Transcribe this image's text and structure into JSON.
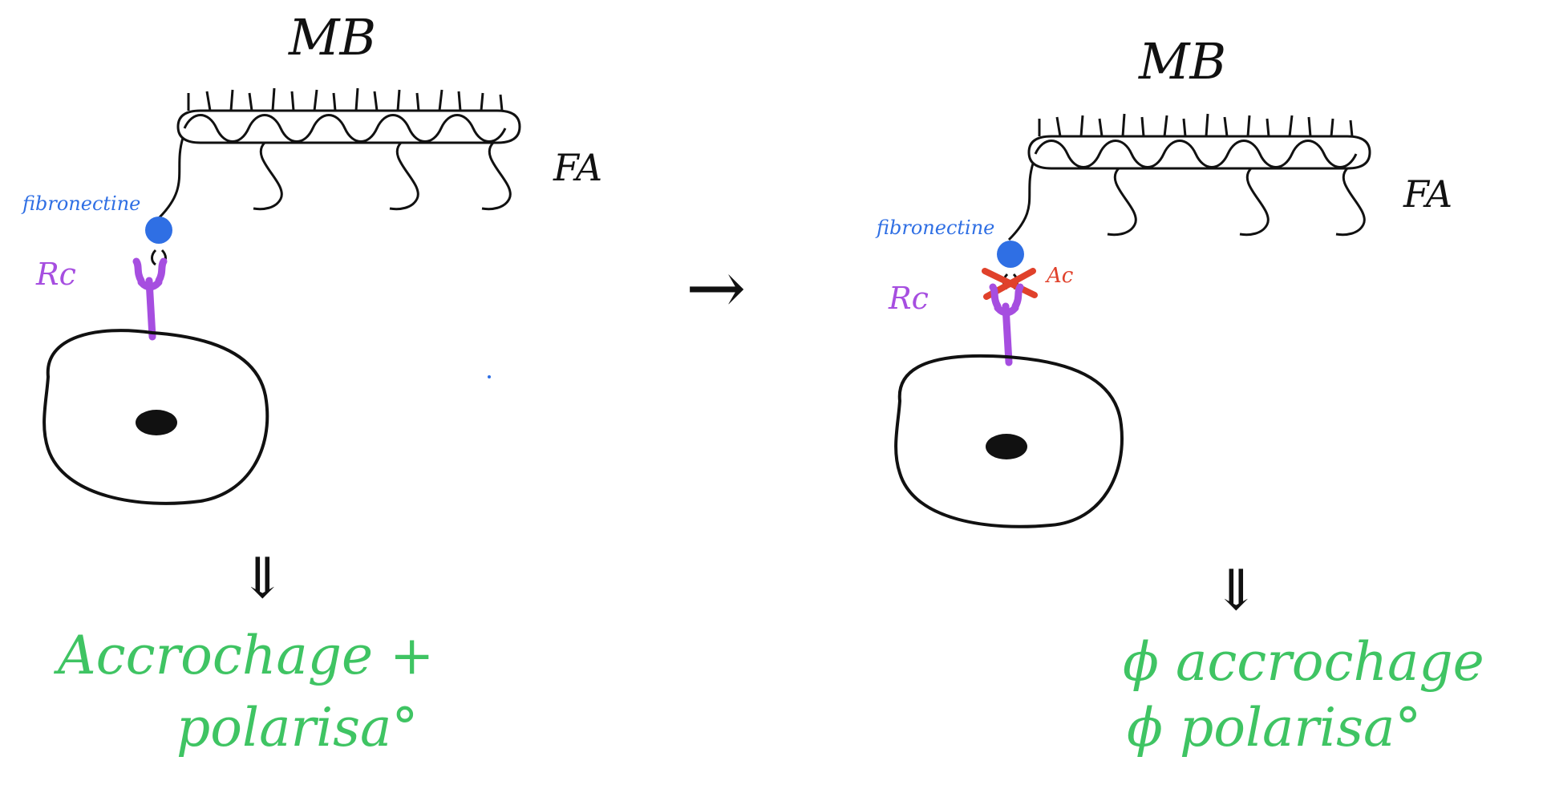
{
  "colors": {
    "ink": "#111111",
    "fibronectin": "#2f6fe4",
    "receptor": "#a64ee0",
    "antibody": "#e0412b",
    "outcome": "#3fc463"
  },
  "left_panel": {
    "membrane_label": "MB",
    "fibers_label": "FA",
    "fibronectin_label": "fibronectine",
    "receptor_label": "Rc",
    "result_arrow": "⇓",
    "result_line1": "Accrochage +",
    "result_line2": "polarisa°"
  },
  "transition_arrow": "→",
  "right_panel": {
    "membrane_label": "MB",
    "fibers_label": "FA",
    "fibronectin_label": "fibronectine",
    "receptor_label": "Rc",
    "antibody_label": "Ac",
    "result_arrow": "⇓",
    "result_line1": "ϕ accrochage",
    "result_line2": "ϕ polarisa°"
  }
}
